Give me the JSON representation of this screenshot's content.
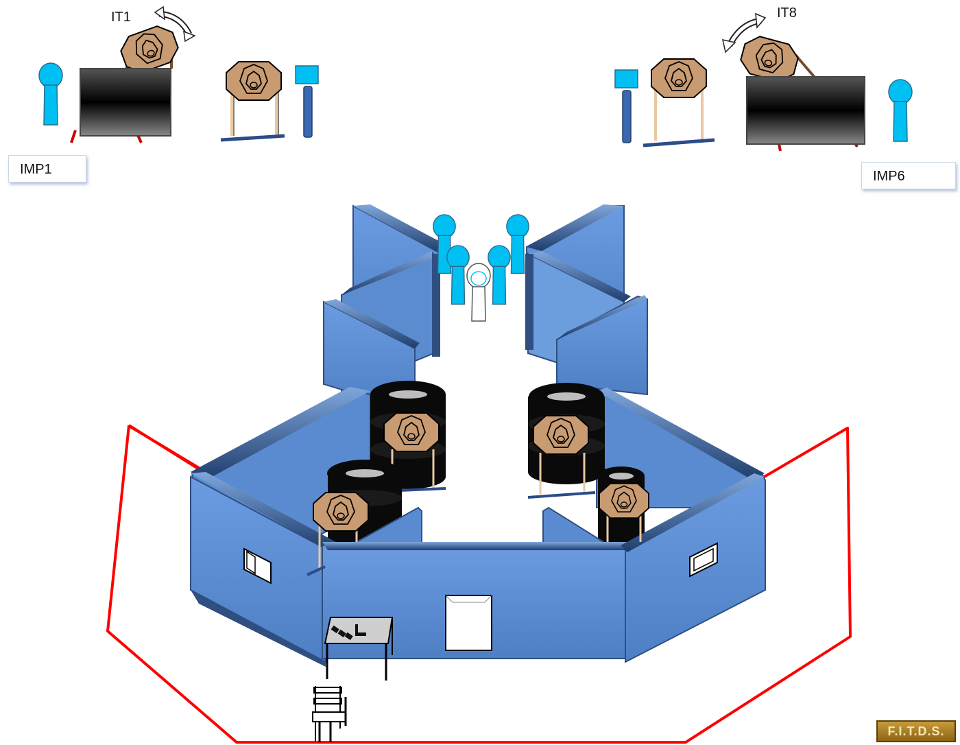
{
  "labels": {
    "it1": "IT1",
    "it8": "IT8",
    "imp1": "IMP1",
    "imp6": "IMP6"
  },
  "logo": "F.I.T.D.S.",
  "colors": {
    "wall": "#5b8ccf",
    "wall_dark": "#2f4f82",
    "wall_top": "#3d6aa8",
    "no_shoot": "#00bff3",
    "target": "#c89b72",
    "tire": "#0a0a0a",
    "boundary": "#ff0000",
    "cover": "#1a1a1a"
  },
  "icons": {
    "pivot_arrow": "curved-double-arrow-icon",
    "no_shoot_target": "no-shoot-silhouette-icon",
    "steel_popper": "steel-popper-icon"
  }
}
